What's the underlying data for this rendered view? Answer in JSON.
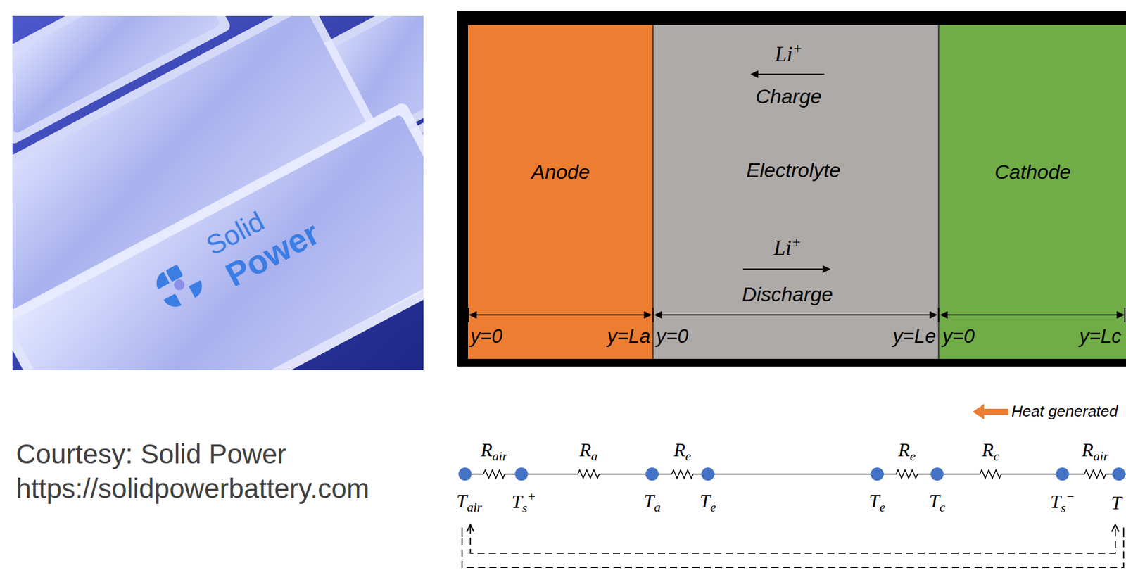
{
  "diagram": {
    "nodes": [
      {
        "text": [
          "Anode"
        ]
      },
      {
        "text": [
          "Li+",
          "Charge",
          "Electrolyte",
          "Li+",
          "Discharge"
        ]
      },
      {
        "text": [
          "Cathode"
        ]
      }
    ],
    "labels": [
      "Solid",
      "Power",
      "Courtesy: Solid Power",
      "https://solidpowerbattery.com",
      "y=0",
      "y=La",
      "y=0",
      "y=Le",
      "y=0",
      "y=Lc",
      "Heat generated",
      "Rair",
      "Ra",
      "Re",
      "Re",
      "Rc",
      "Rair",
      "Tair",
      "Ts+",
      "Ta",
      "Te",
      "Te",
      "Tc",
      "Ts−",
      "T"
    ]
  }
}
